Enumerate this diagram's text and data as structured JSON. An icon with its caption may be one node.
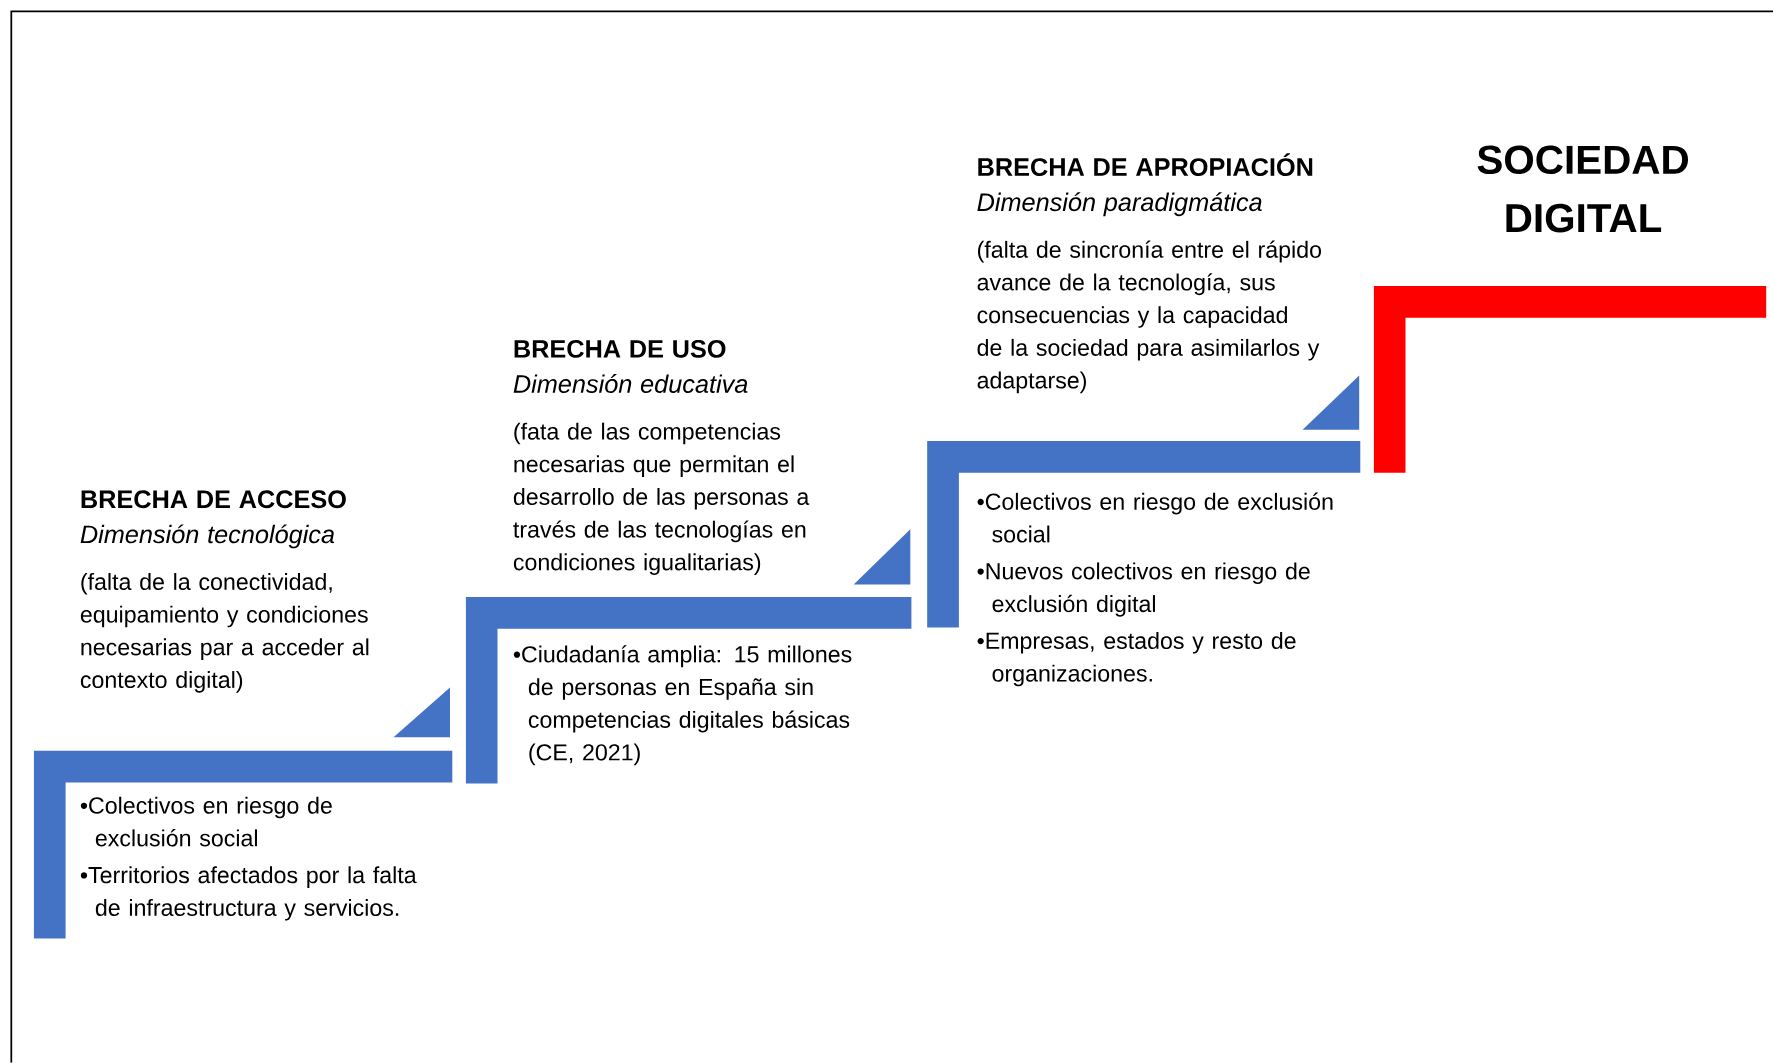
{
  "diagram": {
    "nodes": [
      {
        "text": [
          "BRECHA DE ACCESO",
          "Dimensión tecnológica",
          "(falta de la conectividad, equipamiento y condiciones necesarias par a acceder al contexto digital)",
          "•Colectivos en riesgo de exclusión social",
          "•Territorios afectados por la falta de infraestructura y servicios."
        ]
      },
      {
        "text": [
          "BRECHA DE USO",
          "Dimensión educativa",
          "(fata de las competencias necesarias que permitan el desarrollo de las personas a través de las tecnologías en condiciones igualitarias)",
          "•Ciudadanía amplia: 15 millones de personas en España sin competencias digitales básicas (CE, 2021)"
        ]
      },
      {
        "text": [
          "BRECHA DE APROPIACIÓN",
          "Dimensión paradigmática",
          "(falta de sincronía entre el rápido avance de la tecnología, sus consecuencias y la capacidad de la sociedad para asimilarlos y adaptarse)",
          "•Colectivos en riesgo de exclusión social",
          "•Nuevos colectivos en riesgo de exclusión digital",
          "•Empresas, estados y resto de organizaciones."
        ]
      },
      {
        "text": [
          "SOCIEDAD DIGITAL"
        ]
      }
    ]
  }
}
